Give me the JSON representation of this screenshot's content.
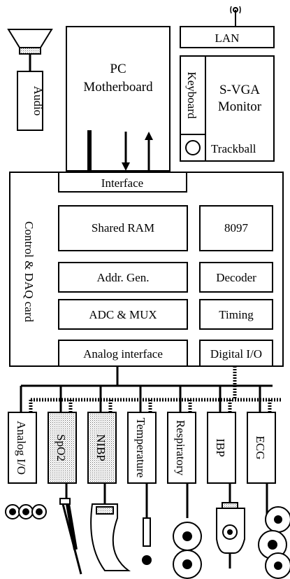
{
  "blocks": {
    "pc": [
      "PC",
      "Motherboard"
    ],
    "lan": "LAN",
    "keyboard": "Keyboard",
    "monitor": [
      "S-VGA",
      "Monitor"
    ],
    "trackball": "Trackball",
    "audio": "Audio",
    "interface": "Interface",
    "card_title": "Control & DAQ card",
    "shared_ram": "Shared RAM",
    "cpu": "8097",
    "addr_gen": "Addr. Gen.",
    "decoder": "Decoder",
    "adc_mux": "ADC & MUX",
    "timing": "Timing",
    "analog_interface": "Analog interface",
    "digital_io": "Digital I/O"
  },
  "modules": [
    {
      "label": "Analog I/O",
      "shaded": false
    },
    {
      "label": "SpO2",
      "shaded": true
    },
    {
      "label": "NIBP",
      "shaded": true
    },
    {
      "label": "Temperature",
      "shaded": false
    },
    {
      "label": "Respiratory",
      "shaded": false
    },
    {
      "label": "IBP",
      "shaded": false
    },
    {
      "label": "ECG",
      "shaded": false
    }
  ]
}
